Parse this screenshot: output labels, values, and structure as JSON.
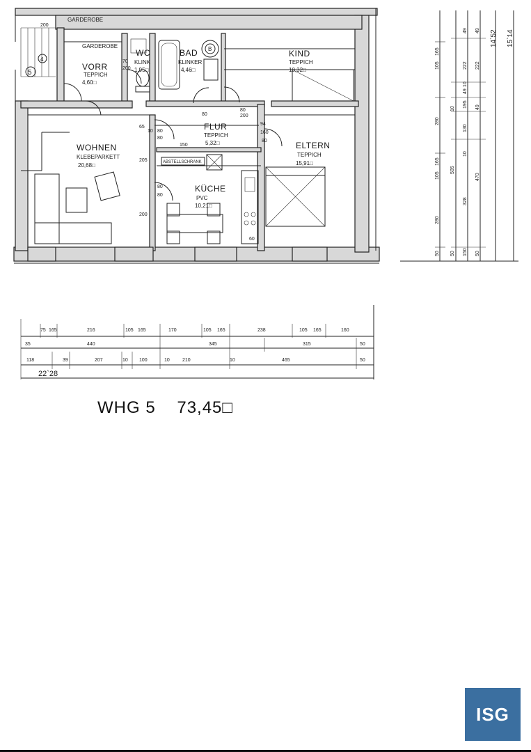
{
  "rooms": {
    "garderobe_top": "GARDEROBE",
    "garderobe": "GARDEROBE",
    "vorr": {
      "name": "VORR",
      "floor": "TEPPICH",
      "area": "4,60□"
    },
    "wc": {
      "name": "WC",
      "floor": "KLINK",
      "area": "1,95□"
    },
    "bad": {
      "name": "BAD",
      "floor": "KLINKER",
      "area": "4,46□"
    },
    "kind": {
      "name": "KIND",
      "floor": "TEPPICH",
      "area": "10,32□"
    },
    "wohnen": {
      "name": "WOHNEN",
      "floor": "KLEBEPARKETT",
      "area": "20,68□"
    },
    "flur": {
      "name": "FLUR",
      "floor": "TEPPICH",
      "area": "5,32□"
    },
    "eltern": {
      "name": "ELTERN",
      "floor": "TEPPICH",
      "area": "15,91□"
    },
    "kueche": {
      "name": "KÜCHE",
      "floor": "PVC",
      "area": "10,21□"
    },
    "abstellschrank": "ABSTELLSCHRANK"
  },
  "markers": {
    "circle4": "4",
    "circle5": "5",
    "circleB": "B"
  },
  "bottom_dims": {
    "row1": [
      "75",
      "165",
      "216",
      "105",
      "165",
      "170",
      "105",
      "165",
      "238",
      "105",
      "165",
      "160"
    ],
    "row2": [
      "35",
      "440",
      "345",
      "315",
      "50"
    ],
    "row3": [
      "118",
      "39",
      "207",
      "10",
      "100",
      "10",
      "210",
      "10",
      "465",
      "50"
    ],
    "total": "22`28"
  },
  "right_dims": {
    "col1": [
      "105",
      "165",
      "280",
      "105",
      "165",
      "280",
      "50"
    ],
    "col2": [
      "10",
      "505",
      "50"
    ],
    "col3": [
      "49",
      "222",
      "49",
      "195",
      "10",
      "130",
      "10",
      "328",
      "150"
    ],
    "col4": [
      "49",
      "222",
      "49",
      "470",
      "50"
    ],
    "totals": [
      "14`52",
      "15`14"
    ]
  },
  "small_dims": [
    "200",
    "65",
    "10",
    "80",
    "80",
    "150",
    "205",
    "200",
    "80",
    "94",
    "160",
    "80",
    "80",
    "80",
    "200",
    "70",
    "200",
    "80",
    "60"
  ],
  "apartment": {
    "label": "WHG 5",
    "area": "73,45□"
  },
  "logo": {
    "text": "ISG"
  },
  "colors": {
    "logo_bg": "#3b6fa0",
    "ink": "#1a1a1a"
  }
}
